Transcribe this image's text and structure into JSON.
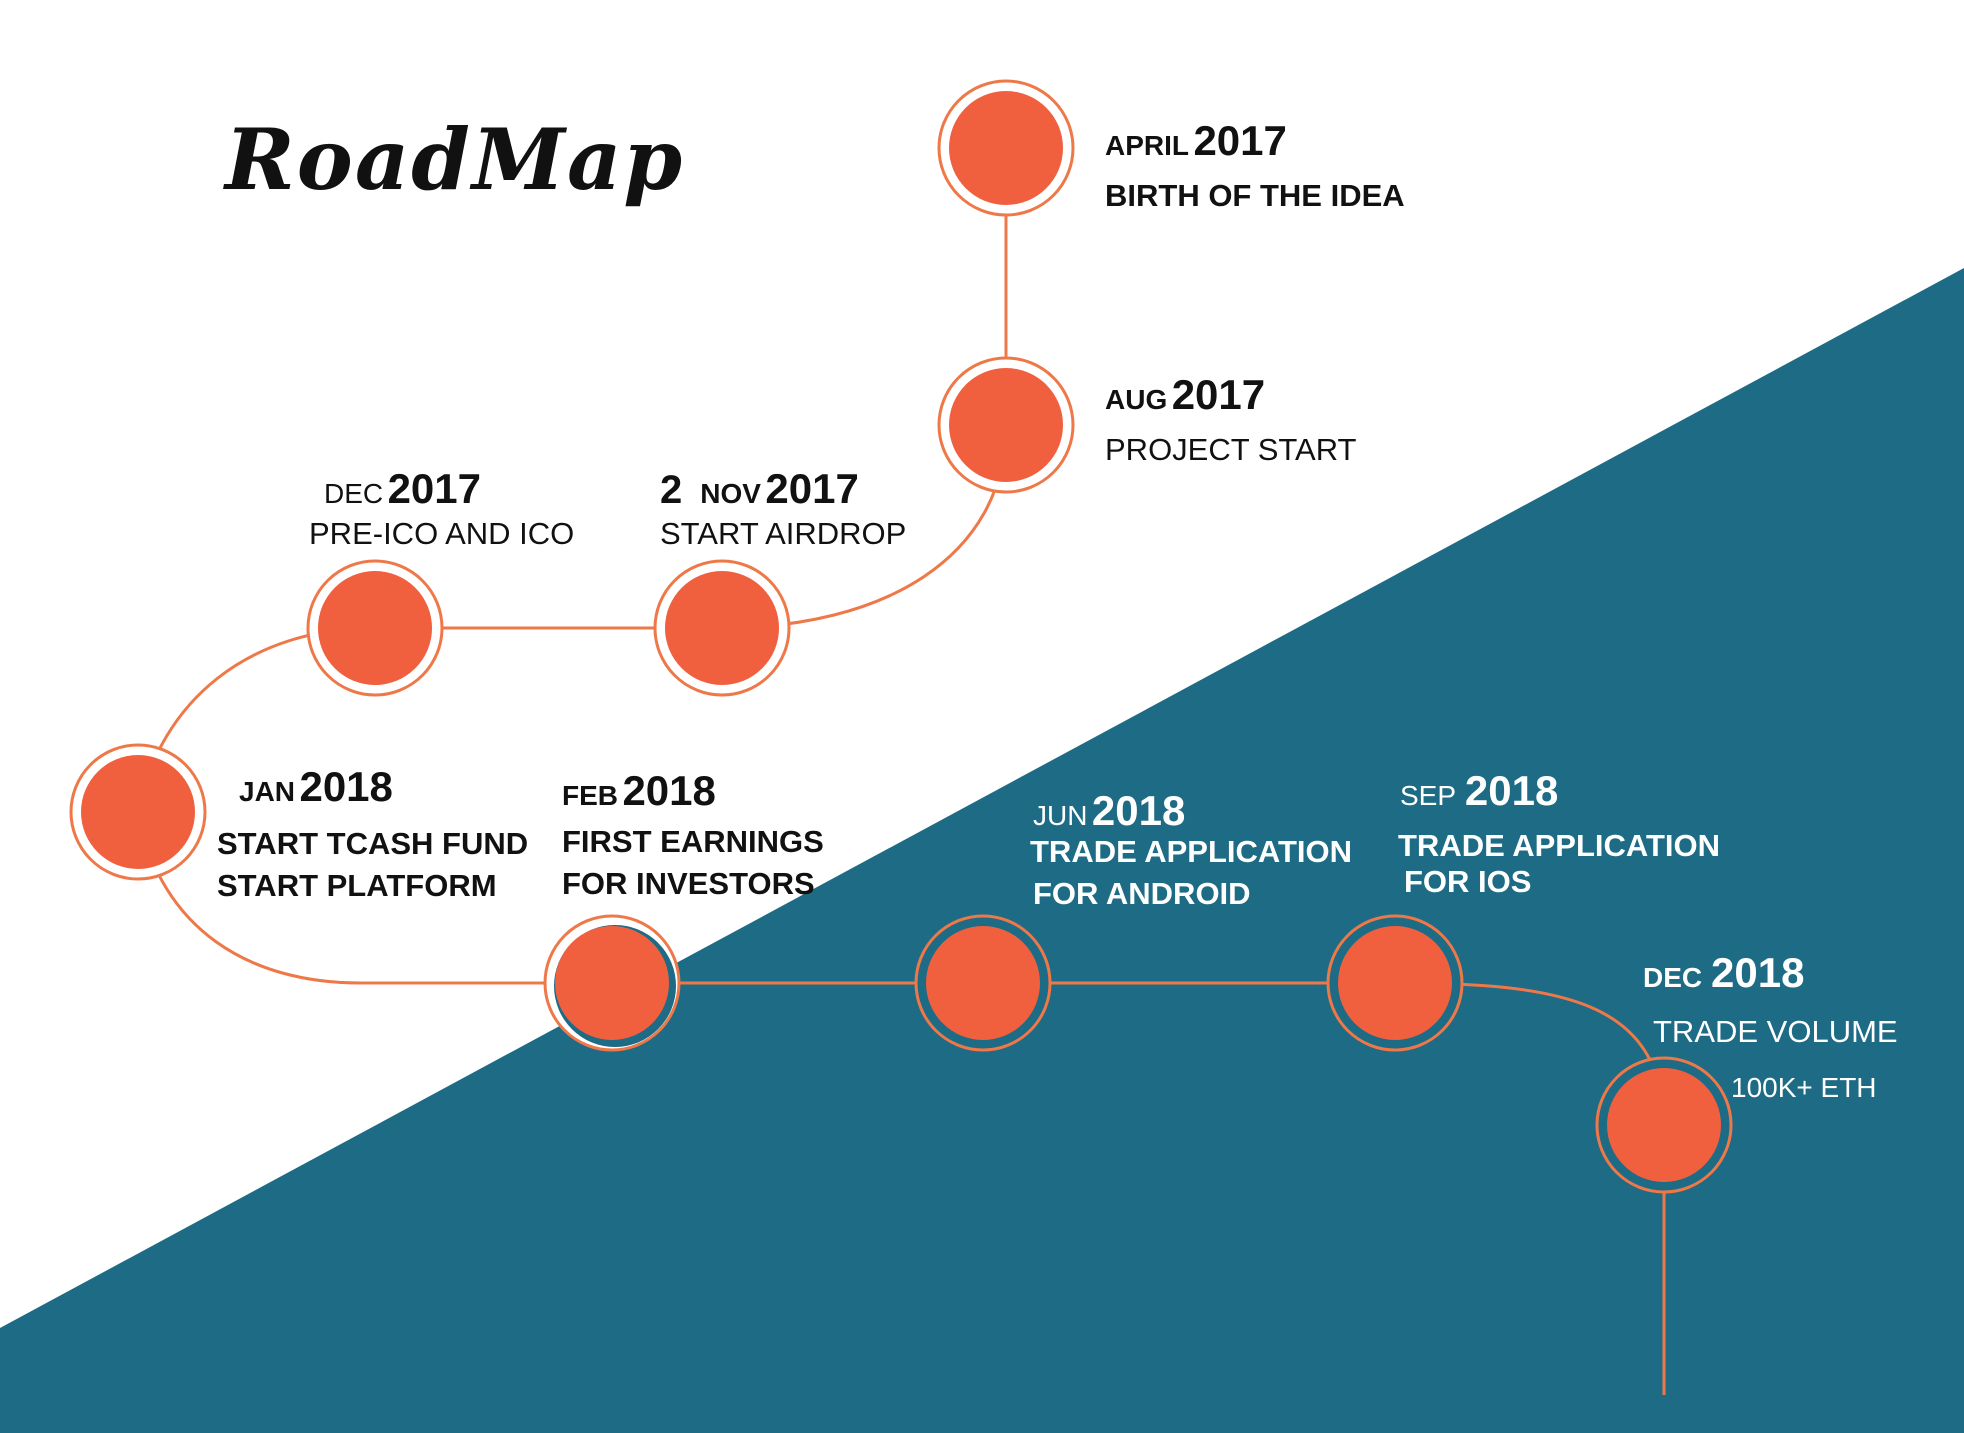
{
  "title": "RoadMap",
  "colors": {
    "background": "#ffffff",
    "teal": "#1d6b84",
    "orange": "#f0603f",
    "line": "#ee7848",
    "text_dark": "#111111",
    "text_light": "#ffffff"
  },
  "milestones": [
    {
      "month": "APRIL",
      "year": "2017",
      "lines": [
        "BIRTH OF THE IDEA"
      ]
    },
    {
      "month": "AUG",
      "year": "2017",
      "lines": [
        "PROJECT START"
      ]
    },
    {
      "day": "2",
      "month": "NOV",
      "year": "2017",
      "lines": [
        "START AIRDROP"
      ]
    },
    {
      "month": "DEC",
      "year": "2017",
      "lines": [
        "PRE-ICO AND ICO"
      ]
    },
    {
      "month": "JAN",
      "year": "2018",
      "lines": [
        "START TCASH FUND",
        "START PLATFORM"
      ]
    },
    {
      "month": "FEB",
      "year": "2018",
      "lines": [
        "FIRST EARNINGS",
        "FOR INVESTORS"
      ]
    },
    {
      "month": "JUN",
      "year": "2018",
      "lines": [
        "TRADE APPLICATION",
        "FOR ANDROID"
      ]
    },
    {
      "month": "SEP",
      "year": "2018",
      "lines": [
        "TRADE APPLICATION",
        "FOR IOS"
      ]
    },
    {
      "month": "DEC",
      "year": "2018",
      "lines": [
        "TRADE VOLUME",
        "100K+ ETH"
      ]
    }
  ]
}
